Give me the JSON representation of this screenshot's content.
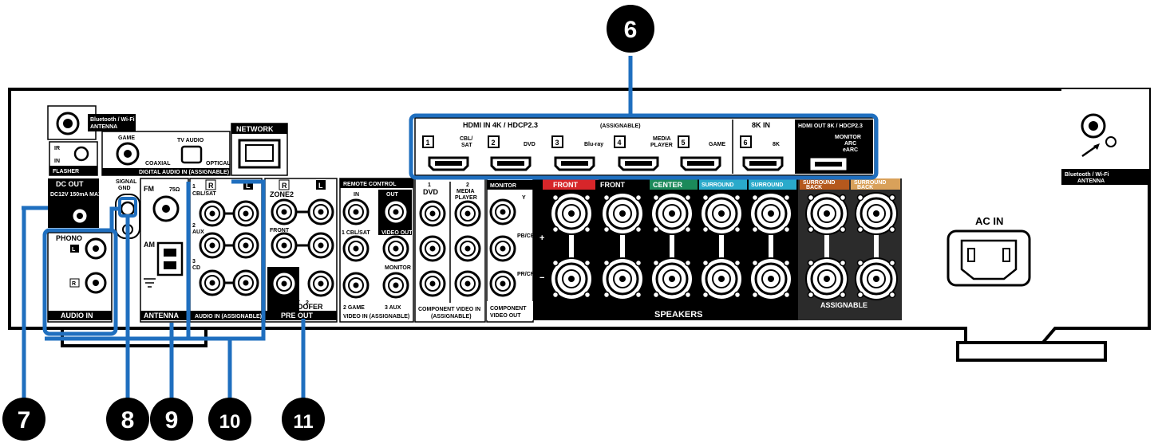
{
  "callouts": {
    "c6": "6",
    "c7": "7",
    "c8": "8",
    "c9": "9",
    "c10": "10",
    "c11": "11"
  },
  "colors": {
    "callout_blue": "#1f6fbf",
    "front_red": "#d7262a",
    "center_green": "#1b8a5a",
    "surround_cyan": "#2aaacb",
    "surround_back_orange": "#b5581d",
    "surround_back_tan": "#d9a15a"
  },
  "labels": {
    "bt_antenna_left": "Bluetooth / Wi-Fi",
    "bt_antenna_left2": "ANTENNA",
    "bt_antenna_right": "Bluetooth / Wi-Fi",
    "bt_antenna_right2": "ANTENNA",
    "ir": "IR",
    "in": "IN",
    "flasher": "FLASHER",
    "game": "GAME",
    "coaxial": "COAXIAL",
    "tv_audio": "TV AUDIO",
    "optical": "OPTICAL",
    "digital_audio_in": "DIGITAL AUDIO IN (ASSIGNABLE)",
    "network": "NETWORK",
    "dc_out": "DC OUT",
    "dc_out_spec": "DC12V 150mA MAX.",
    "signal_gnd1": "SIGNAL",
    "signal_gnd2": "GND",
    "fm": "FM",
    "ohm": "75Ω",
    "am": "AM",
    "antenna": "ANTENNA",
    "phono": "PHONO",
    "audio_in": "AUDIO IN",
    "r": "R",
    "l": "L",
    "cbl_sat": "CBL/SAT",
    "aux": "AUX",
    "cd": "CD",
    "n1": "1",
    "n2": "2",
    "n3": "3",
    "audio_in_assignable": "AUDIO IN (ASSIGNABLE)",
    "zone2": "ZONE2",
    "front": "FRONT",
    "subwoofer": "SUBWOOFER",
    "pre_out": "PRE OUT",
    "remote_control": "REMOTE CONTROL",
    "rc_in": "IN",
    "rc_out": "OUT",
    "cbl_sat_small": "1 CBL/SAT",
    "video_out_small": "VIDEO OUT",
    "monitor_small": "MONITOR",
    "game2": "2 GAME",
    "aux3": "3 AUX",
    "video_in_assignable": "VIDEO IN (ASSIGNABLE)",
    "dvd": "DVD",
    "media_player": "MEDIA",
    "media_player2": "PLAYER",
    "component_video_in": "COMPONENT VIDEO IN",
    "assignable_paren": "(ASSIGNABLE)",
    "monitor": "MONITOR",
    "y": "Y",
    "pb": "PB/CB",
    "pr": "PR/CR",
    "component_video_out1": "COMPONENT",
    "component_video_out2": "VIDEO OUT",
    "hdmi_in": "HDMI IN  4K / HDCP2.3",
    "hdmi_assignable": "(ASSIGNABLE)",
    "hdmi1": "1",
    "hdmi2": "2",
    "hdmi3": "3",
    "hdmi4": "4",
    "hdmi5": "5",
    "hdmi6": "6",
    "cbl_sat_h1": "CBL/",
    "cbl_sat_h2": "SAT",
    "dvd_h": "DVD",
    "bluray_h": "Blu-ray",
    "media_h1": "MEDIA",
    "media_h2": "PLAYER",
    "game_h": "GAME",
    "k8_in": "8K IN",
    "k8": "8K",
    "hdmi_out": "HDMI OUT  8K / HDCP2.3",
    "monitor_arc1": "MONITOR",
    "monitor_arc2": "ARC",
    "monitor_arc3": "eARC",
    "front_r": "FRONT",
    "front_l": "FRONT",
    "center": "CENTER",
    "surround_r": "SURROUND",
    "surround_l": "SURROUND",
    "surround_back1": "SURROUND",
    "surround_back2": "BACK",
    "speakers": "SPEAKERS",
    "assignable": "ASSIGNABLE",
    "ac_in": "AC IN",
    "plus": "+",
    "minus": "−"
  }
}
